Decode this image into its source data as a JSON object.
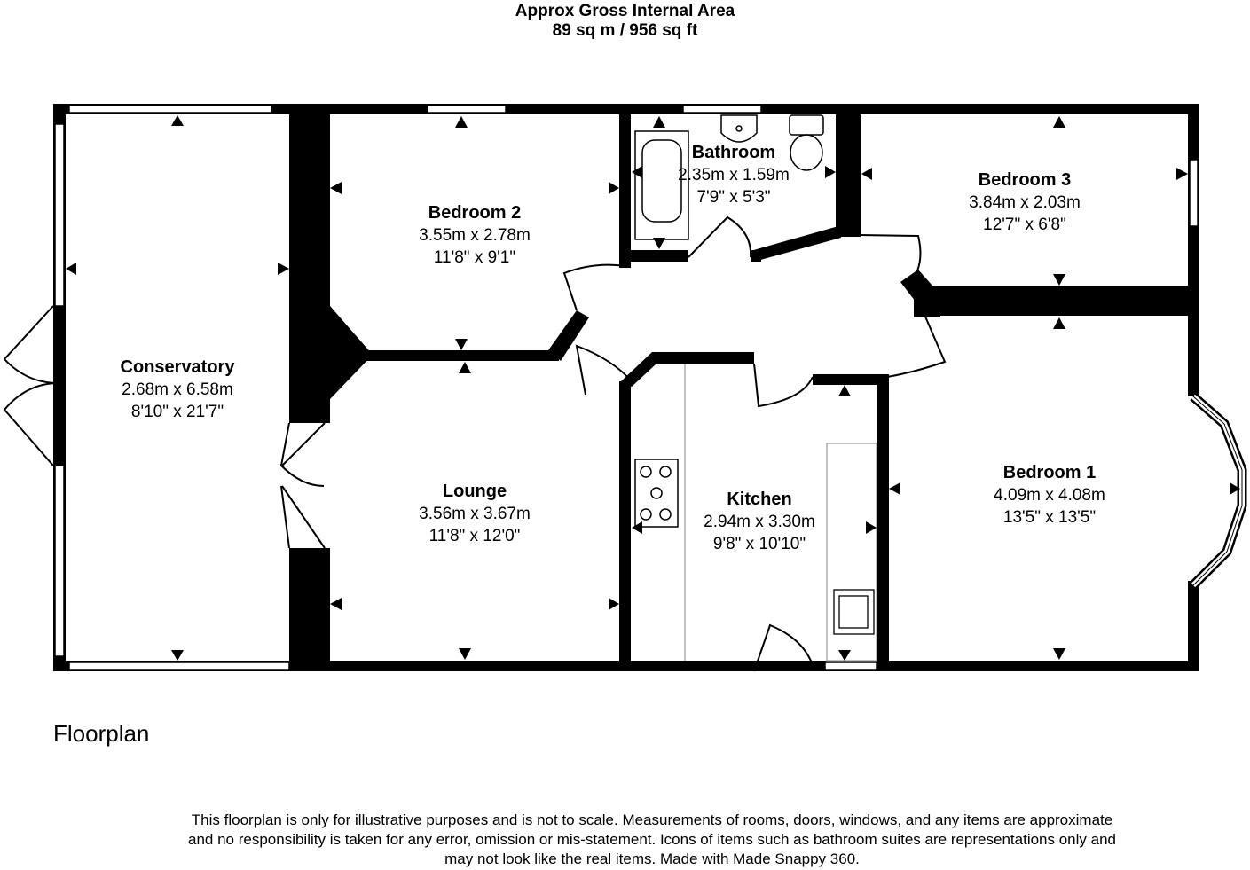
{
  "header": {
    "area_title": "Approx Gross Internal Area",
    "area_value": "89 sq m / 956 sq ft"
  },
  "rooms": {
    "conservatory": {
      "name": "Conservatory",
      "metric": "2.68m x 6.58m",
      "imperial": "8'10\" x 21'7\""
    },
    "bedroom2": {
      "name": "Bedroom 2",
      "metric": "3.55m x 2.78m",
      "imperial": "11'8\" x 9'1\""
    },
    "bathroom": {
      "name": "Bathroom",
      "metric": "2.35m x 1.59m",
      "imperial": "7'9\" x 5'3\""
    },
    "bedroom3": {
      "name": "Bedroom 3",
      "metric": "3.84m x 2.03m",
      "imperial": "12'7\" x 6'8\""
    },
    "lounge": {
      "name": "Lounge",
      "metric": "3.56m x 3.67m",
      "imperial": "11'8\" x 12'0\""
    },
    "kitchen": {
      "name": "Kitchen",
      "metric": "2.94m x 3.30m",
      "imperial": "9'8\" x 10'10\""
    },
    "bedroom1": {
      "name": "Bedroom 1",
      "metric": "4.09m x 4.08m",
      "imperial": "13'5\" x 13'5\""
    }
  },
  "floor_title": "Floorplan",
  "disclaimer": {
    "line1": "This floorplan is only for illustrative purposes and is not to scale. Measurements of rooms, doors, windows, and any items are approximate",
    "line2": "and no responsibility is taken for any error, omission or mis-statement. Icons of items such as bathroom suites are representations only and",
    "line3": "may not look like the real items. Made with Made Snappy 360."
  }
}
